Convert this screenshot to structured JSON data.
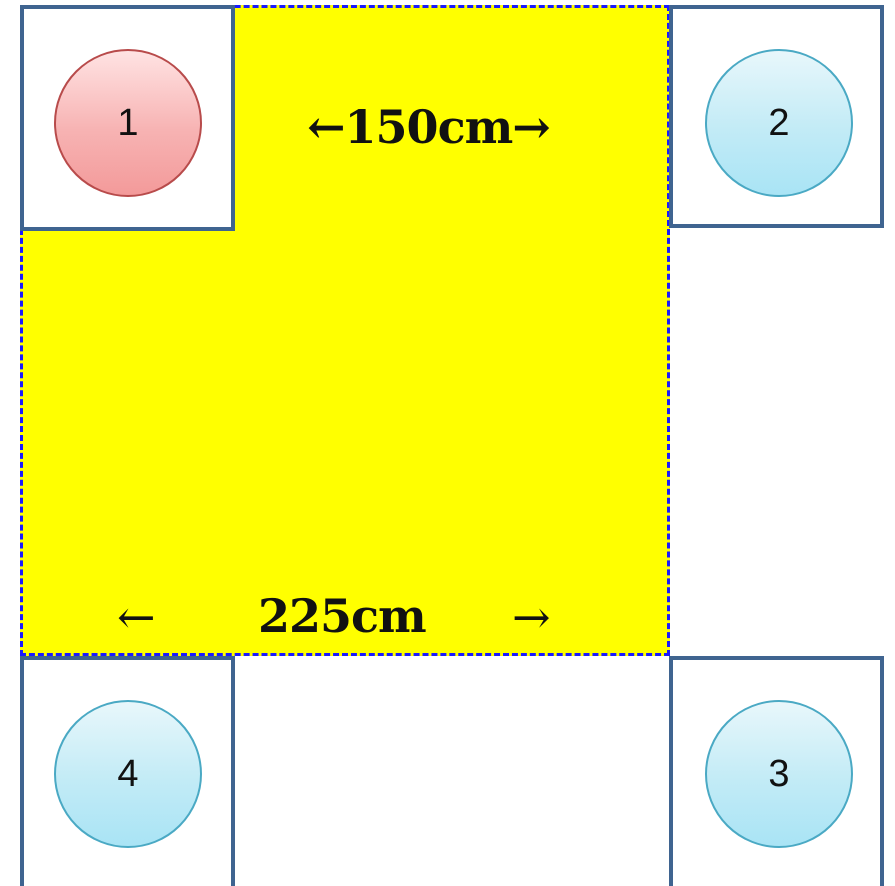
{
  "labels": {
    "top_dimension": "←150cm→",
    "bottom_dimension": "225cm",
    "bottom_arrow_left": "←",
    "bottom_arrow_right": "→"
  },
  "circles": [
    {
      "number": "1",
      "color": "red"
    },
    {
      "number": "2",
      "color": "light-blue"
    },
    {
      "number": "3",
      "color": "light-blue"
    },
    {
      "number": "4",
      "color": "light-blue"
    }
  ],
  "colors": {
    "area_fill": "#ffff00",
    "area_border": "#1a1aff",
    "box_border": "#3f6490",
    "circle_red": "#f7b3b3",
    "circle_blue": "#c2ebf6"
  }
}
